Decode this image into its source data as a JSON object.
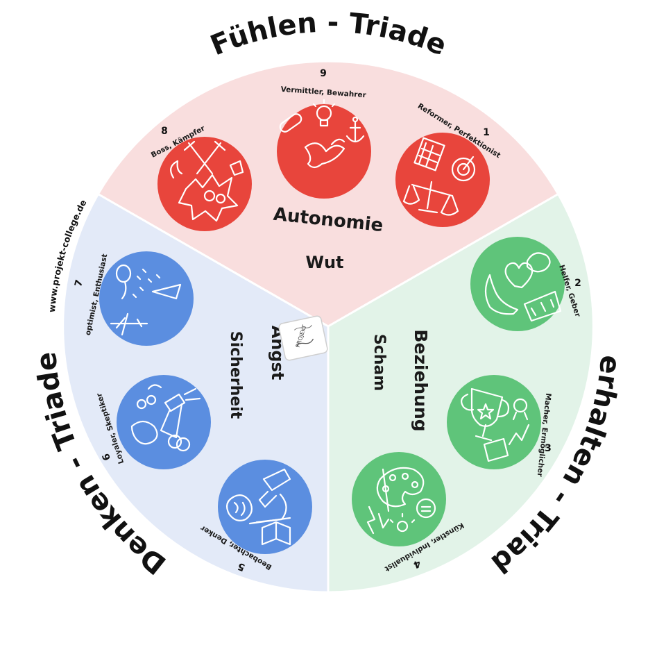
{
  "triads": {
    "feeling": {
      "title": "Fühlen - Triade",
      "theme": "Autonomie",
      "emotion": "Wut",
      "bg": "#f9dede",
      "circle": "#e8453c"
    },
    "doing": {
      "title": "Verhalten - Triade",
      "theme": "Beziehung",
      "emotion": "Scham",
      "bg": "#e2f3e8",
      "circle": "#5fc47a"
    },
    "thinking": {
      "title": "Denken - Triade",
      "theme": "Sicherheit",
      "emotion": "Angst",
      "bg": "#e3eaf8",
      "circle": "#5b8ee0"
    }
  },
  "types": [
    {
      "num": "9",
      "label": "Vermittler, Bewahrer",
      "icon": "dove-bandage-anchor-icon"
    },
    {
      "num": "1",
      "label": "Reformer, Perfektionist",
      "icon": "scale-target-icon"
    },
    {
      "num": "8",
      "label": "Boss, Kämpfer",
      "icon": "swords-explosion-icon"
    },
    {
      "num": "2",
      "label": "Helfer, Geber",
      "icon": "heart-hand-icon"
    },
    {
      "num": "3",
      "label": "Macher, Ermöglicher",
      "icon": "trophy-icon"
    },
    {
      "num": "4",
      "label": "Künstler, Individualist",
      "icon": "palette-icon"
    },
    {
      "num": "5",
      "label": "Beobachter, Denker",
      "icon": "microscope-book-icon"
    },
    {
      "num": "6",
      "label": "Loyaler, Skeptiker",
      "icon": "lighthouse-rings-icon"
    },
    {
      "num": "7",
      "label": "optimist, Enthusiast",
      "icon": "party-airplane-icon"
    }
  ],
  "website": "www.projekt-college.de",
  "logo": {
    "text": "PROJEKT College"
  }
}
